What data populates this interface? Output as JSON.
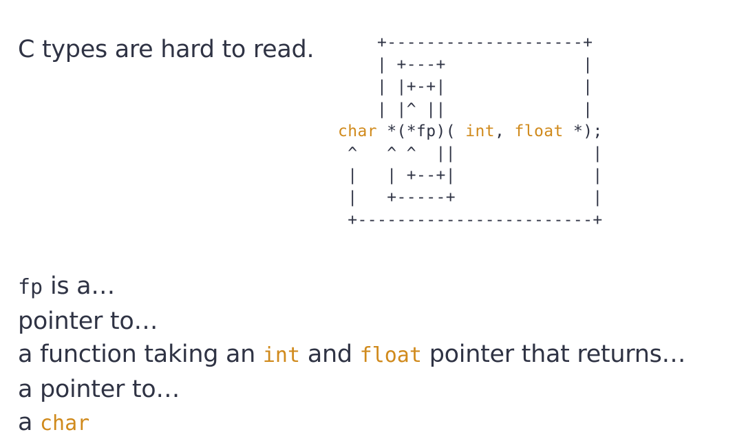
{
  "heading": "C types are hard to read.",
  "diagram": {
    "lines": [
      "    +--------------------+",
      "    | +---+              |",
      "    | |+-+|              |",
      "    | |^ ||              |"
    ],
    "declaration": {
      "type_char": "char",
      "mid": " *(*fp)( ",
      "type_int": "int",
      "comma": ", ",
      "type_float": "float",
      "end": " *);"
    },
    "lines_after": [
      " ^   ^ ^  ||              |",
      " |   | +--+|              |",
      " |   +-----+              |",
      " +------------------------+"
    ]
  },
  "explanation": {
    "line1": {
      "code": "fp",
      "text": " is a…"
    },
    "line2": {
      "text": "pointer to…"
    },
    "line3": {
      "pre": "a function taking an ",
      "code1": "int",
      "mid": " and ",
      "code2": "float",
      "post": " pointer that returns…"
    },
    "line4": {
      "text": "a pointer to…"
    },
    "line5": {
      "pre": "a ",
      "code": "char"
    }
  },
  "colors": {
    "text": "#2f3344",
    "keyword": "#d08a1c",
    "background": "#ffffff"
  }
}
